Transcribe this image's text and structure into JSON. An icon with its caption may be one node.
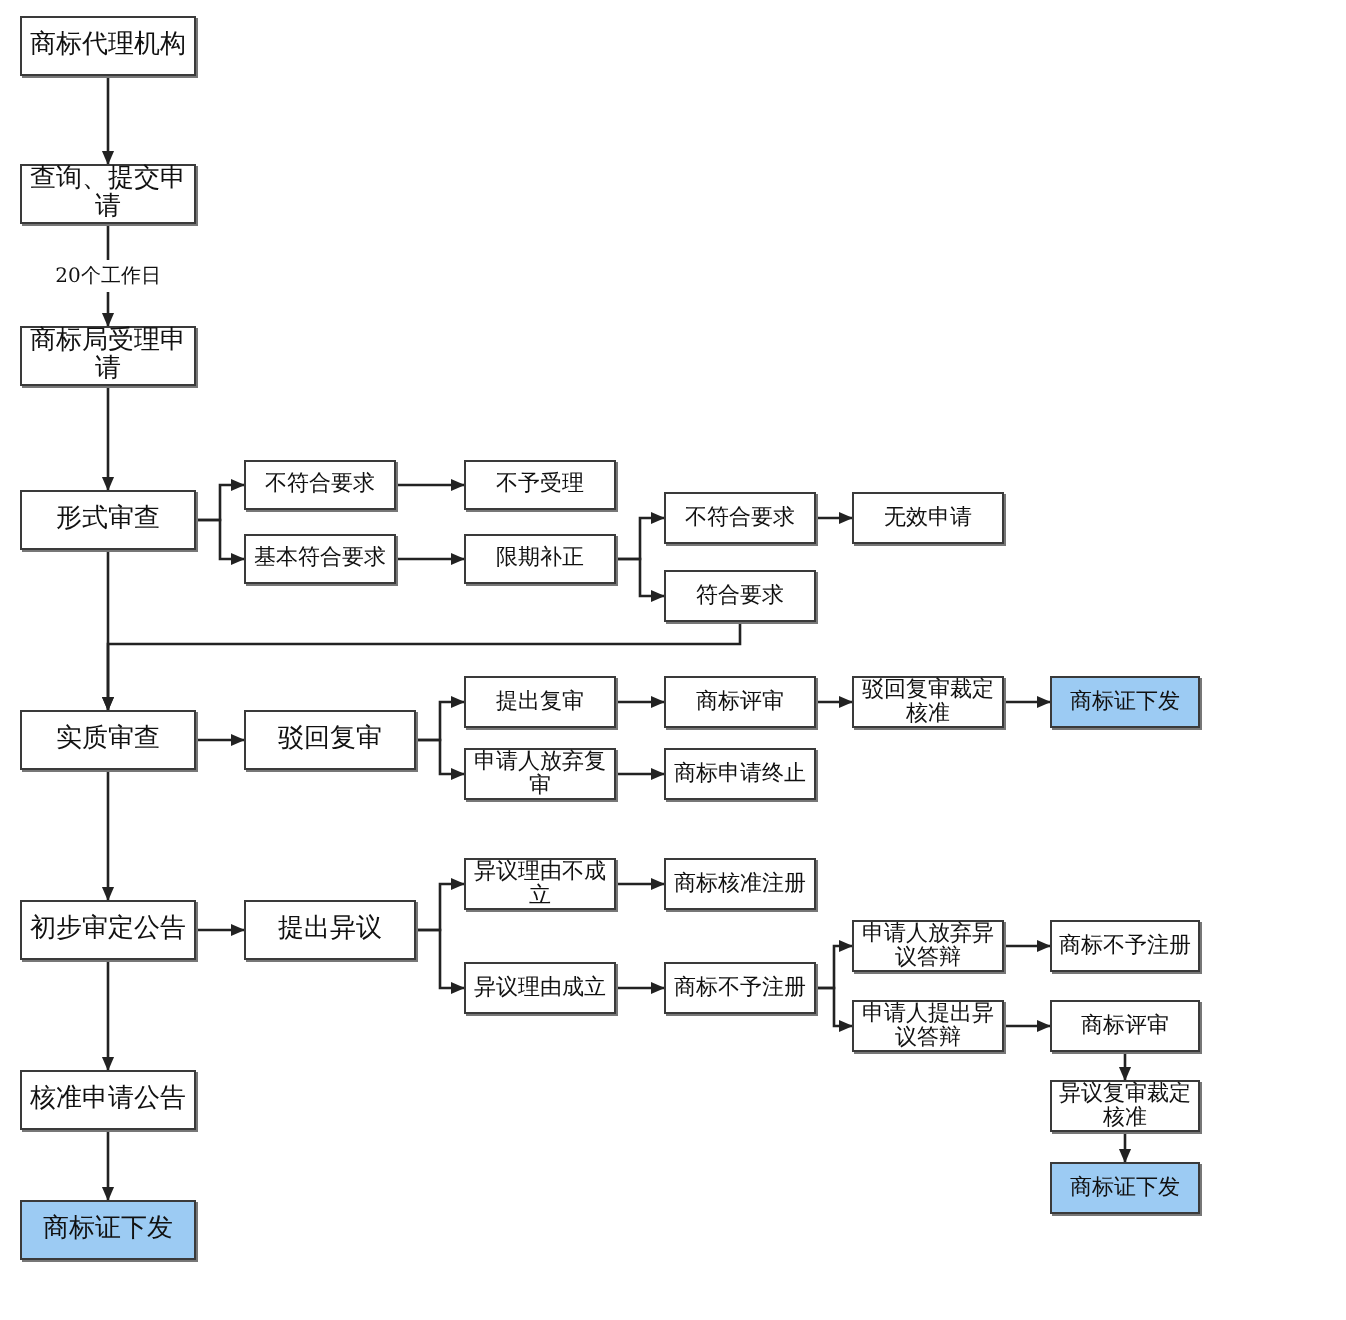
{
  "diagram": {
    "nodes": [
      {
        "text": [
          "商标代理机构"
        ]
      },
      {
        "text": [
          "查询、提交申请"
        ]
      },
      {
        "text": [
          "商标局受理申请"
        ]
      },
      {
        "text": [
          "形式审查"
        ]
      },
      {
        "text": [
          "不符合要求"
        ]
      },
      {
        "text": [
          "不予受理"
        ]
      },
      {
        "text": [
          "基本符合要求"
        ]
      },
      {
        "text": [
          "限期补正"
        ]
      },
      {
        "text": [
          "不符合要求"
        ]
      },
      {
        "text": [
          "无效申请"
        ]
      },
      {
        "text": [
          "符合要求"
        ]
      },
      {
        "text": [
          "实质审查"
        ]
      },
      {
        "text": [
          "驳回复审"
        ]
      },
      {
        "text": [
          "提出复审"
        ]
      },
      {
        "text": [
          "申请人放弃复审"
        ]
      },
      {
        "text": [
          "商标评审"
        ]
      },
      {
        "text": [
          "商标申请终止"
        ]
      },
      {
        "text": [
          "驳回复审裁定核准"
        ]
      },
      {
        "text": [
          "商标证下发"
        ]
      },
      {
        "text": [
          "初步审定公告"
        ]
      },
      {
        "text": [
          "提出异议"
        ]
      },
      {
        "text": [
          "异议理由不成立"
        ]
      },
      {
        "text": [
          "商标核准注册"
        ]
      },
      {
        "text": [
          "异议理由成立"
        ]
      },
      {
        "text": [
          "商标不予注册"
        ]
      },
      {
        "text": [
          "申请人放弃异议答辩"
        ]
      },
      {
        "text": [
          "商标不予注册"
        ]
      },
      {
        "text": [
          "申请人提出异议答辩"
        ]
      },
      {
        "text": [
          "商标评审"
        ]
      },
      {
        "text": [
          "异议复审裁定核准"
        ]
      },
      {
        "text": [
          "商标证下发"
        ]
      },
      {
        "text": [
          "核准申请公告"
        ]
      },
      {
        "text": [
          "商标证下发"
        ]
      }
    ],
    "edges": [
      {
        "from": 0,
        "to": 1,
        "arrow": "to"
      },
      {
        "from": 1,
        "to": 2,
        "arrow": "to",
        "label": "20个工作日"
      },
      {
        "from": 2,
        "to": 3,
        "arrow": "to"
      },
      {
        "from": 3,
        "to": 4,
        "arrow": "to"
      },
      {
        "from": 3,
        "to": 6,
        "arrow": "to"
      },
      {
        "from": 4,
        "to": 5,
        "arrow": "to"
      },
      {
        "from": 6,
        "to": 7,
        "arrow": "to"
      },
      {
        "from": 7,
        "to": 8,
        "arrow": "to"
      },
      {
        "from": 7,
        "to": 10,
        "arrow": "to"
      },
      {
        "from": 8,
        "to": 9,
        "arrow": "to"
      },
      {
        "from": 10,
        "to": 11,
        "arrow": "to"
      },
      {
        "from": 3,
        "to": 11,
        "arrow": "to"
      },
      {
        "from": 11,
        "to": 12,
        "arrow": "to"
      },
      {
        "from": 12,
        "to": 13,
        "arrow": "to"
      },
      {
        "from": 12,
        "to": 14,
        "arrow": "to"
      },
      {
        "from": 13,
        "to": 15,
        "arrow": "to"
      },
      {
        "from": 15,
        "to": 17,
        "arrow": "to"
      },
      {
        "from": 17,
        "to": 18,
        "arrow": "to"
      },
      {
        "from": 14,
        "to": 16,
        "arrow": "to"
      },
      {
        "from": 11,
        "to": 19,
        "arrow": "to"
      },
      {
        "from": 19,
        "to": 20,
        "arrow": "to"
      },
      {
        "from": 20,
        "to": 21,
        "arrow": "to"
      },
      {
        "from": 20,
        "to": 23,
        "arrow": "to"
      },
      {
        "from": 21,
        "to": 22,
        "arrow": "to"
      },
      {
        "from": 23,
        "to": 24,
        "arrow": "to"
      },
      {
        "from": 24,
        "to": 25,
        "arrow": "to"
      },
      {
        "from": 24,
        "to": 27,
        "arrow": "to"
      },
      {
        "from": 25,
        "to": 26,
        "arrow": "to"
      },
      {
        "from": 27,
        "to": 28,
        "arrow": "to"
      },
      {
        "from": 28,
        "to": 29,
        "arrow": "to"
      },
      {
        "from": 29,
        "to": 30,
        "arrow": "to"
      },
      {
        "from": 19,
        "to": 31,
        "arrow": "to"
      },
      {
        "from": 31,
        "to": 32,
        "arrow": "to"
      }
    ]
  }
}
